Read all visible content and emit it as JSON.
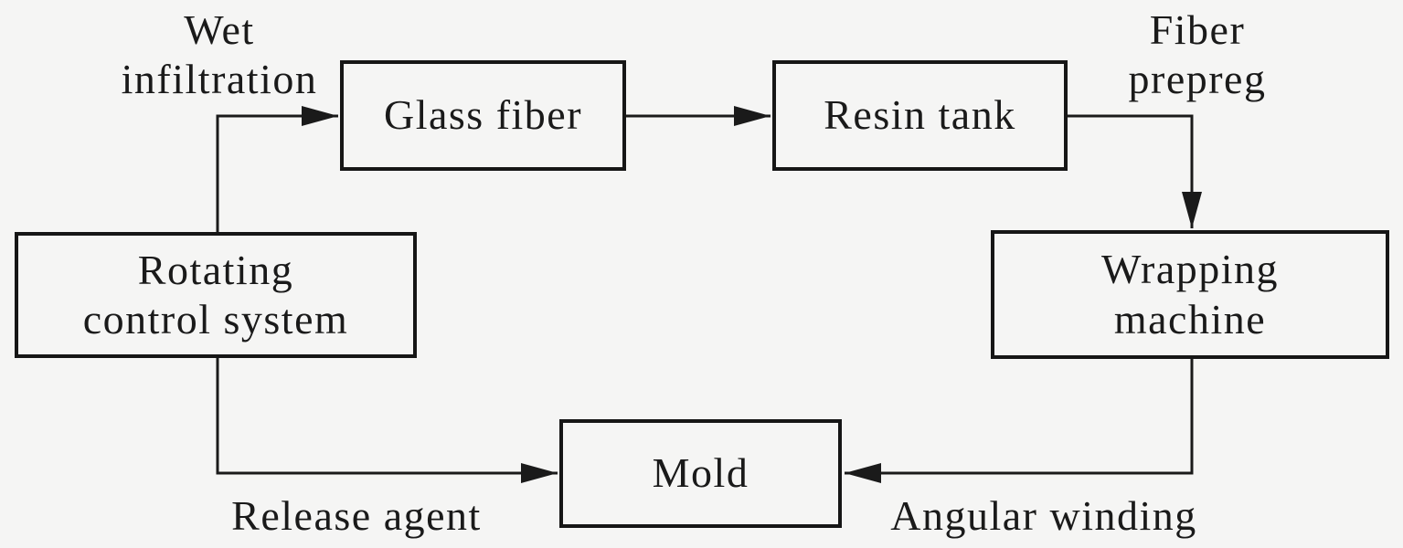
{
  "colors": {
    "background": "#f5f5f4",
    "line": "#1a1a1a",
    "text": "#1a1a1a"
  },
  "nodes": {
    "glass_fiber": {
      "label": "Glass fiber"
    },
    "resin_tank": {
      "label": "Resin tank"
    },
    "rotating_control_system": {
      "line1": "Rotating",
      "line2": "control system"
    },
    "wrapping_machine": {
      "line1": "Wrapping",
      "line2": "machine"
    },
    "mold": {
      "label": "Mold"
    }
  },
  "edge_labels": {
    "wet_infiltration": {
      "line1": "Wet",
      "line2": "infiltration"
    },
    "fiber_prepreg": {
      "line1": "Fiber",
      "line2": "prepreg"
    },
    "release_agent": {
      "label": "Release agent"
    },
    "angular_winding": {
      "label": "Angular winding"
    }
  },
  "edges": [
    {
      "from": "Rotating control system",
      "to": "Glass fiber",
      "label": "Wet infiltration"
    },
    {
      "from": "Glass fiber",
      "to": "Resin tank",
      "label": ""
    },
    {
      "from": "Resin tank",
      "to": "Wrapping machine",
      "label": "Fiber prepreg"
    },
    {
      "from": "Wrapping machine",
      "to": "Mold",
      "label": "Angular winding"
    },
    {
      "from": "Rotating control system",
      "to": "Mold",
      "label": "Release agent"
    }
  ]
}
